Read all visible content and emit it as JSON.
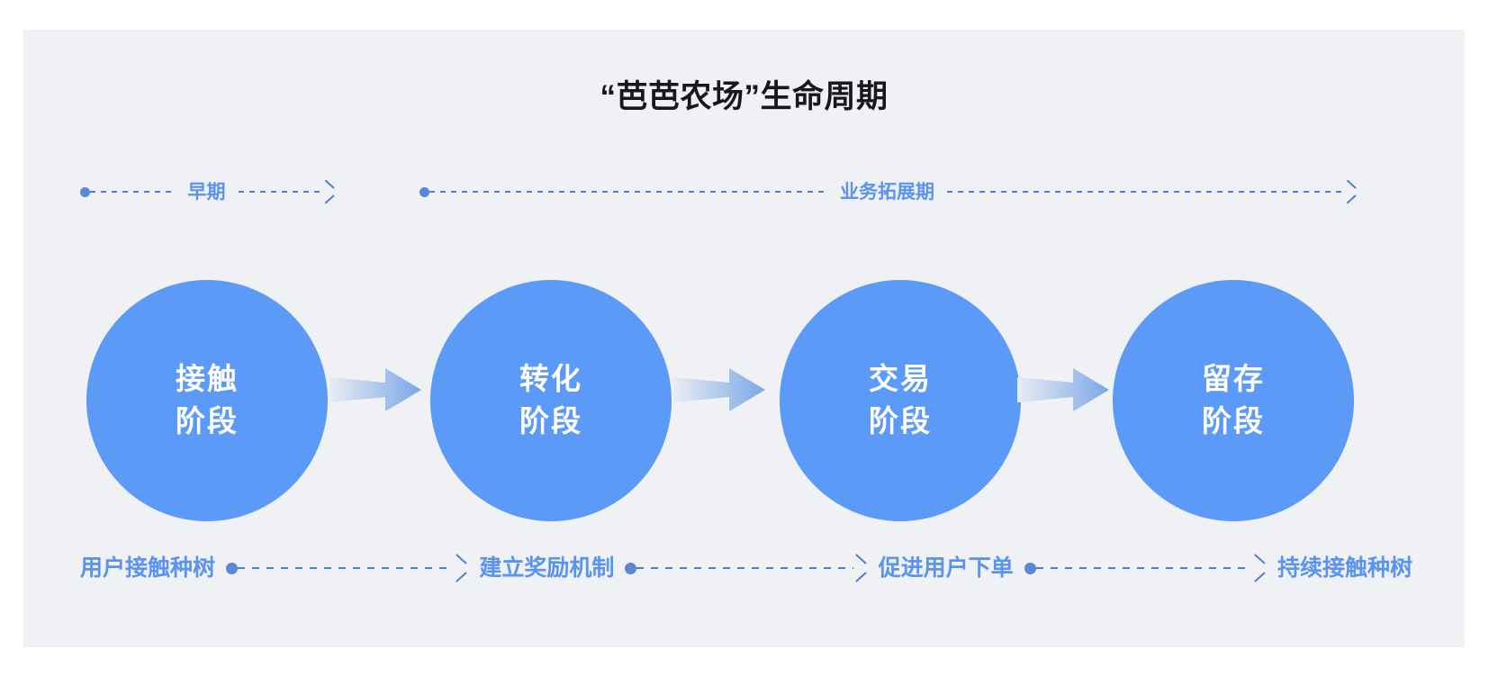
{
  "panel": {
    "background_color": "#f0f1f5"
  },
  "header": {
    "title": "“芭芭农场”生命周期"
  },
  "theme": {
    "circle_blue": "#5b9af7",
    "label_blue": "#5a93f0",
    "line_blue": "#4f7fd0",
    "title_color": "#17181a",
    "arrow_gradient_from": "#e9ecf2",
    "arrow_gradient_to": "#7aa7e8"
  },
  "timeline": {
    "phases": [
      {
        "id": "early",
        "label": "早期"
      },
      {
        "id": "expand",
        "label": "业务拓展期"
      }
    ]
  },
  "stages": [
    {
      "id": "contact",
      "line1": "接触",
      "line2": "阶段"
    },
    {
      "id": "conversion",
      "line1": "转化",
      "line2": "阶段"
    },
    {
      "id": "transaction",
      "line1": "交易",
      "line2": "阶段"
    },
    {
      "id": "retention",
      "line1": "留存",
      "line2": "阶段"
    }
  ],
  "steps": [
    {
      "id": "user-contact-planting",
      "label": "用户接触种树"
    },
    {
      "id": "build-reward-mechanism",
      "label": "建立奖励机制"
    },
    {
      "id": "promote-user-orders",
      "label": "促进用户下单"
    },
    {
      "id": "continuous-planting",
      "label": "持续接触种树"
    }
  ]
}
